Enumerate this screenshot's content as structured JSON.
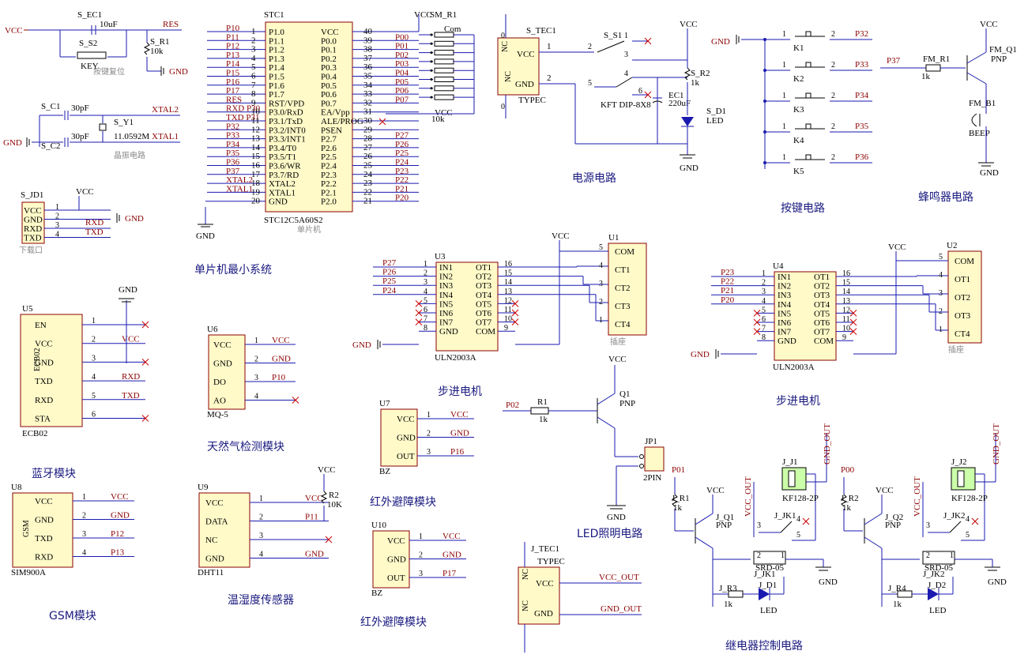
{
  "sections": {
    "mcu": "单片机最小系统",
    "power": "电源电路",
    "keys": "按键电路",
    "buzzer": "蜂鸣器电路",
    "bt": "蓝牙模块",
    "gas": "天然气检测模块",
    "stepper1": "步进电机",
    "stepper2": "步进电机",
    "ir1": "红外避障模块",
    "ir2": "红外避障模块",
    "led": "LED照明电路",
    "gsm": "GSM模块",
    "dht": "温湿度传感器",
    "relay": "继电器控制电路"
  },
  "notes": {
    "reset": "按键复位",
    "crystal": "晶振电路",
    "download": "下载口",
    "mcu": "单片机",
    "socket1": "插座",
    "socket2": "插座"
  },
  "mcu": {
    "ref": "STC1",
    "part": "STC12C5A60S2",
    "left_nets": [
      "P10",
      "P11",
      "P12",
      "P13",
      "P14",
      "P15",
      "P16",
      "P17",
      "RES",
      "RXD P30",
      "TXD P31",
      "P32",
      "P33",
      "P34",
      "P35",
      "P36",
      "P37",
      "XTAL2",
      "XTAL1",
      ""
    ],
    "left_nums": [
      "1",
      "2",
      "3",
      "4",
      "5",
      "6",
      "7",
      "8",
      "9",
      "10",
      "11",
      "12",
      "13",
      "14",
      "15",
      "16",
      "17",
      "18",
      "19",
      "20"
    ],
    "left_pins": [
      "P1.0",
      "P1.1",
      "P1.2",
      "P1.3",
      "P1.4",
      "P1.5",
      "P1.6",
      "P1.7",
      "RST/VPD",
      "P3.0/RxD",
      "P3.1/TxD",
      "P3.2/INT0",
      "P3.3/INT1",
      "P3.4/T0",
      "P3.5/T1",
      "P3.6/WR",
      "P3.7/RD",
      "XTAL2",
      "XTAL1",
      "GND"
    ],
    "right_pins": [
      "VCC",
      "P0.0",
      "P0.1",
      "P0.2",
      "P0.3",
      "P0.4",
      "P0.5",
      "P0.6",
      "P0.7",
      "EA/Vpp",
      "ALE/PROG",
      "PSEN",
      "P2.7",
      "P2.6",
      "P2.5",
      "P2.4",
      "P2.3",
      "P2.2",
      "P2.1",
      "P2.0"
    ],
    "right_nums": [
      "40",
      "39",
      "38",
      "37",
      "36",
      "35",
      "34",
      "33",
      "32",
      "31",
      "30",
      "29",
      "28",
      "27",
      "26",
      "25",
      "24",
      "23",
      "22",
      "21"
    ],
    "right_nets": [
      "",
      "P00",
      "P01",
      "P02",
      "P03",
      "P04",
      "P05",
      "P06",
      "P07",
      "",
      "",
      "",
      "P27",
      "P26",
      "P25",
      "P24",
      "P23",
      "P22",
      "P21",
      "P20"
    ]
  },
  "reset": {
    "vcc": "VCC",
    "cap": "S_EC1",
    "cap_val": "10uF",
    "res_net": "RES",
    "sw": "S_S2",
    "sw_val": "KEY",
    "r": "S_R1",
    "r_val": "10k",
    "gnd": "GND"
  },
  "xtal": {
    "c1": "S_C1",
    "c1v": "30pF",
    "c2": "S_C2",
    "c2v": "30pF",
    "y": "S_Y1",
    "yv": "11.0592M",
    "n1": "XTAL2",
    "n2": "XTAL1",
    "gnd": "GND"
  },
  "rpack": {
    "ref": "SM_R1",
    "val": "10k",
    "com": "Com",
    "vcc": "VCC"
  },
  "jd1": {
    "ref": "S_JD1",
    "pins": [
      "VCC",
      "GND",
      "RXD",
      "TXD"
    ],
    "nums": [
      "1",
      "2",
      "3",
      "4"
    ],
    "vcc": "VCC",
    "gnd": "GND",
    "rxd": "RXD",
    "txd": "TXD"
  },
  "gnd_mcu": "GND",
  "power": {
    "tec": "S_TEC1",
    "typec": "TYPEC",
    "vcc": "VCC",
    "gnd": "GND",
    "nc": "NC",
    "sw": "S_S1",
    "sw_val": "KFT DIP-8X8",
    "cap": "EC1",
    "cap_val": "220uF",
    "r": "S_R2",
    "r_val": "1k",
    "led": "S_D1",
    "led_val": "LED",
    "zero": "0"
  },
  "keys": {
    "gnd": "GND",
    "refs": [
      "K1",
      "K2",
      "K3",
      "K4",
      "K5"
    ],
    "nets": [
      "P32",
      "P33",
      "P34",
      "P35",
      "P36"
    ]
  },
  "buzzer": {
    "vcc": "VCC",
    "q": "FM_Q1",
    "qv": "PNP",
    "r": "FM_R1",
    "rv": "1k",
    "net": "P37",
    "b": "FM_B1",
    "bv": "BEEP",
    "gnd": "GND"
  },
  "u5": {
    "ref": "U5",
    "part": "ECB02",
    "chip": "ECB02",
    "pins": [
      "EN",
      "VCC",
      "GND",
      "TXD",
      "RXD",
      "STA"
    ],
    "nets": [
      "",
      "VCC",
      "",
      "RXD",
      "TXD",
      ""
    ],
    "gnd": "GND"
  },
  "u6": {
    "ref": "U6",
    "part": "MQ-5",
    "pins": [
      "VCC",
      "GND",
      "DO",
      "AO"
    ],
    "nets": [
      "VCC",
      "GND",
      "P10",
      ""
    ]
  },
  "u8": {
    "ref": "U8",
    "part": "SIM900A",
    "chip": "GSM",
    "pins": [
      "VCC",
      "GND",
      "TXD",
      "RXD"
    ],
    "nets": [
      "VCC",
      "GND",
      "P12",
      "P13"
    ]
  },
  "u9": {
    "ref": "U9",
    "part": "DHT11",
    "pins": [
      "VCC",
      "DATA",
      "NC",
      "GND"
    ],
    "nets": [
      "VCC",
      "P11",
      "",
      "GND"
    ],
    "r": "R2",
    "rv": "10K",
    "vcc": "VCC"
  },
  "u3": {
    "ref": "U3",
    "part": "ULN2003A",
    "in": [
      "IN1",
      "IN2",
      "IN3",
      "IN4",
      "IN5",
      "IN6",
      "IN7",
      "GND"
    ],
    "out": [
      "OT1",
      "OT2",
      "OT3",
      "OT4",
      "OT5",
      "OT6",
      "OT7",
      "COM"
    ],
    "innets": [
      "P27",
      "P26",
      "P25",
      "P24"
    ],
    "gnd": "GND",
    "vcc": "VCC"
  },
  "u1": {
    "ref": "U1",
    "pins": [
      "COM",
      "CT1",
      "CT2",
      "CT3",
      "CT4"
    ],
    "nums": [
      "5",
      "4",
      "3",
      "2",
      "1"
    ]
  },
  "u4": {
    "ref": "U4",
    "part": "ULN2003A",
    "innets": [
      "P23",
      "P22",
      "P21",
      "P20"
    ],
    "gnd": "GND",
    "vcc": "VCC"
  },
  "u2": {
    "ref": "U2",
    "pins": [
      "COM",
      "OT1",
      "OT2",
      "OT3",
      "CT4"
    ],
    "nums": [
      "5",
      "4",
      "3",
      "2",
      "1"
    ]
  },
  "u7": {
    "ref": "U7",
    "part": "BZ",
    "pins": [
      "VCC",
      "GND",
      "OUT"
    ],
    "nets": [
      "VCC",
      "GND",
      "P16"
    ]
  },
  "u10": {
    "ref": "U10",
    "part": "BZ",
    "pins": [
      "VCC",
      "GND",
      "OUT"
    ],
    "nets": [
      "VCC",
      "GND",
      "P17"
    ]
  },
  "ledc": {
    "net": "P02",
    "r": "R1",
    "rv": "1k",
    "q": "Q1",
    "qv": "PNP",
    "vcc": "VCC",
    "jp": "JP1",
    "jpv": "2PIN",
    "gnd": "GND"
  },
  "jtec": {
    "ref": "J_TEC1",
    "part": "TYPEC",
    "vcc": "VCC_OUT",
    "gnd": "GND_OUT",
    "pvcc": "VCC",
    "pgnd": "GND",
    "nc": "NC"
  },
  "relay1": {
    "net": "P01",
    "r1": "J_R1",
    "r1v": "1k",
    "q": "J_Q1",
    "qv": "PNP",
    "vcc": "VCC",
    "vout": "VCC_OUT",
    "gout": "GND_OUT",
    "j": "J_J1",
    "jv": "KF128-2P",
    "k": "J_JK1",
    "kv": "SRD-05",
    "r3": "J_R3",
    "r3v": "1k",
    "d": "J_D1",
    "dv": "LED",
    "gnd": "GND"
  },
  "relay2": {
    "net": "P00",
    "r1": "J_R2",
    "r1v": "1k",
    "q": "J_Q2",
    "qv": "PNP",
    "vcc": "VCC",
    "vout": "VCC_OUT",
    "gout": "GND_OUT",
    "j": "J_J2",
    "jv": "KF128-2P",
    "k": "J_JK2",
    "kv": "SRD-05",
    "r3": "J_R4",
    "r3v": "1k",
    "d": "J_D2",
    "dv": "LED",
    "gnd": "GND"
  }
}
